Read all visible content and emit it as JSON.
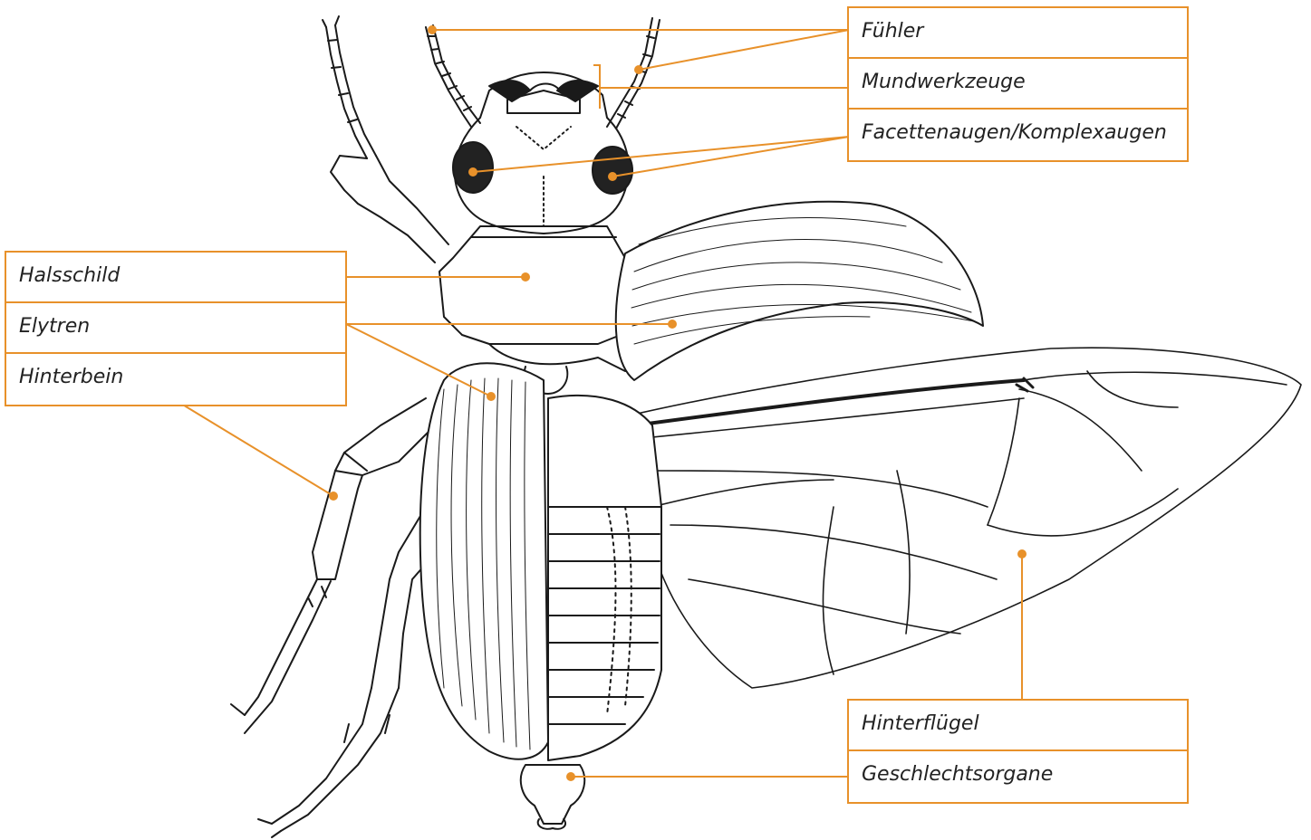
{
  "colors": {
    "leader": "#e8912a",
    "ink": "#1a1a1a",
    "paper": "#ffffff"
  },
  "labels": {
    "top_right": [
      "Fühler",
      "Mundwerkzeuge",
      "Facettenaugen/Komplexaugen"
    ],
    "left": [
      "Halsschild",
      "Elytren",
      "Hinterbein"
    ],
    "bottom_right": [
      "Hinterflügel",
      "Geschlechtsorgane"
    ]
  }
}
